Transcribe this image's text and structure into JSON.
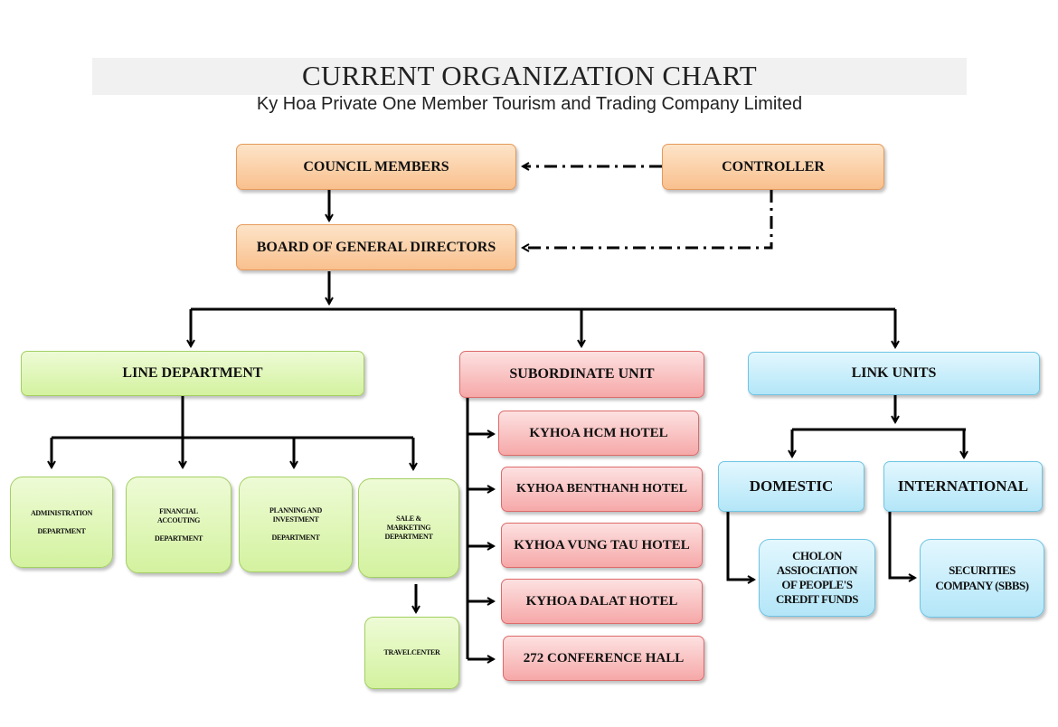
{
  "title": "CURRENT ORGANIZATION CHART",
  "subtitle": "Ky Hoa Private One Member Tourism and Trading Company Limited",
  "nodes": {
    "council_members": "COUNCIL MEMBERS",
    "controller": "CONTROLLER",
    "board": "BOARD OF GENERAL DIRECTORS",
    "line_department": "LINE DEPARTMENT",
    "subordinate_unit": "SUBORDINATE UNIT",
    "link_units": "LINK UNITS",
    "administration": "ADMINISTRATION\n\nDEPARTMENT",
    "financial": "FINANCIAL\nACCOUTING\n\nDEPARTMENT",
    "planning": "PLANNING AND\nINVESTMENT\n\nDEPARTMENT",
    "sale_marketing": "SALE &\nMARKETING\nDEPARTMENT",
    "travel_center": "TRAVELCENTER",
    "hcm_hotel": "KYHOA HCM HOTEL",
    "benthanh_hotel": "KYHOA BENTHANH HOTEL",
    "vungtau_hotel": "KYHOA VUNG TAU HOTEL",
    "dalat_hotel": "KYHOA DALAT HOTEL",
    "conference_hall": "272 CONFERENCE HALL",
    "domestic": "DOMESTIC",
    "international": "INTERNATIONAL",
    "cholon": "CHOLON\nASSIOCIATION\nOF PEOPLE'S\nCREDIT FUNDS",
    "securities": "SECURITIES\nCOMPANY (SBBS)"
  },
  "colors": {
    "management": "#f9c08e",
    "line_department": "#d3f29f",
    "subordinate_unit": "#f6a8a8",
    "link_units": "#b3e6f8"
  }
}
